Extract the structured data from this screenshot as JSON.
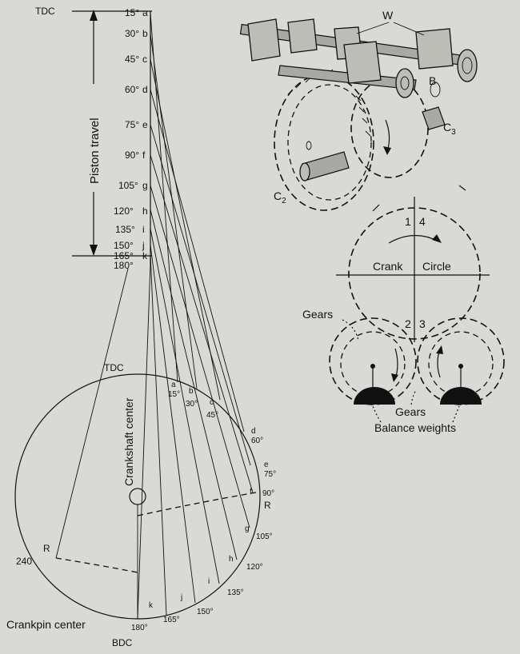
{
  "diagram": {
    "tdc_top": "TDC",
    "piston_travel": "Piston travel",
    "stroke_marks": [
      {
        "deg": "15°",
        "letter": "a"
      },
      {
        "deg": "30°",
        "letter": "b"
      },
      {
        "deg": "45°",
        "letter": "c"
      },
      {
        "deg": "60°",
        "letter": "d"
      },
      {
        "deg": "75°",
        "letter": "e"
      },
      {
        "deg": "90°",
        "letter": "f"
      },
      {
        "deg": "105°",
        "letter": "g"
      },
      {
        "deg": "120°",
        "letter": "h"
      },
      {
        "deg": "135°",
        "letter": "i"
      },
      {
        "deg": "150°",
        "letter": "j"
      },
      {
        "deg": "165°",
        "letter": "k"
      },
      {
        "deg": "180°",
        "letter": ""
      }
    ],
    "circle_tdc": "TDC",
    "circle_bdc": "BDC",
    "crankshaft_center": "Crankshaft center",
    "crankpin_center": "Crankpin center",
    "radius_label": "R",
    "left_angle": "240",
    "parts": {
      "w": "W",
      "b": "B",
      "c2": "C",
      "c2_sub": "2",
      "c3": "C",
      "c3_sub": "3"
    },
    "crank_label": "Crank",
    "circle_label": "Circle",
    "positions": [
      "1",
      "4",
      "2",
      "3"
    ],
    "gears_left": "Gears",
    "gears_bottom": "Gears",
    "balance_weights": "Balance weights"
  }
}
